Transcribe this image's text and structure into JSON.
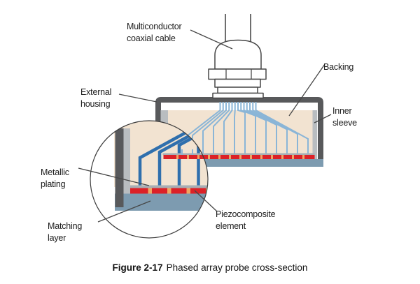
{
  "caption": {
    "figure_label": "Figure 2-17",
    "text": "Phased array probe cross-section"
  },
  "labels": {
    "multiconductor": "Multiconductor\ncoaxial cable",
    "external_housing": "External\nhousing",
    "backing": "Backing",
    "inner_sleeve": "Inner\nsleeve",
    "metallic_plating": "Metallic\nplating",
    "matching_layer": "Matching\nlayer",
    "piezocomposite": "Piezocomposite\nelement"
  },
  "colors": {
    "backing_fill": "#f2e3d1",
    "housing_gray": "#58595b",
    "inner_sleeve_gray": "#b9bdc0",
    "matching_layer_blue": "#7d9bb0",
    "element_red": "#dc2127",
    "element_gap_orange": "#f0a562",
    "plating_gray": "#a8afb5",
    "wire_light_blue": "#8ab5d7",
    "wire_dark_blue": "#2f6fad",
    "line_dark": "#474747"
  }
}
